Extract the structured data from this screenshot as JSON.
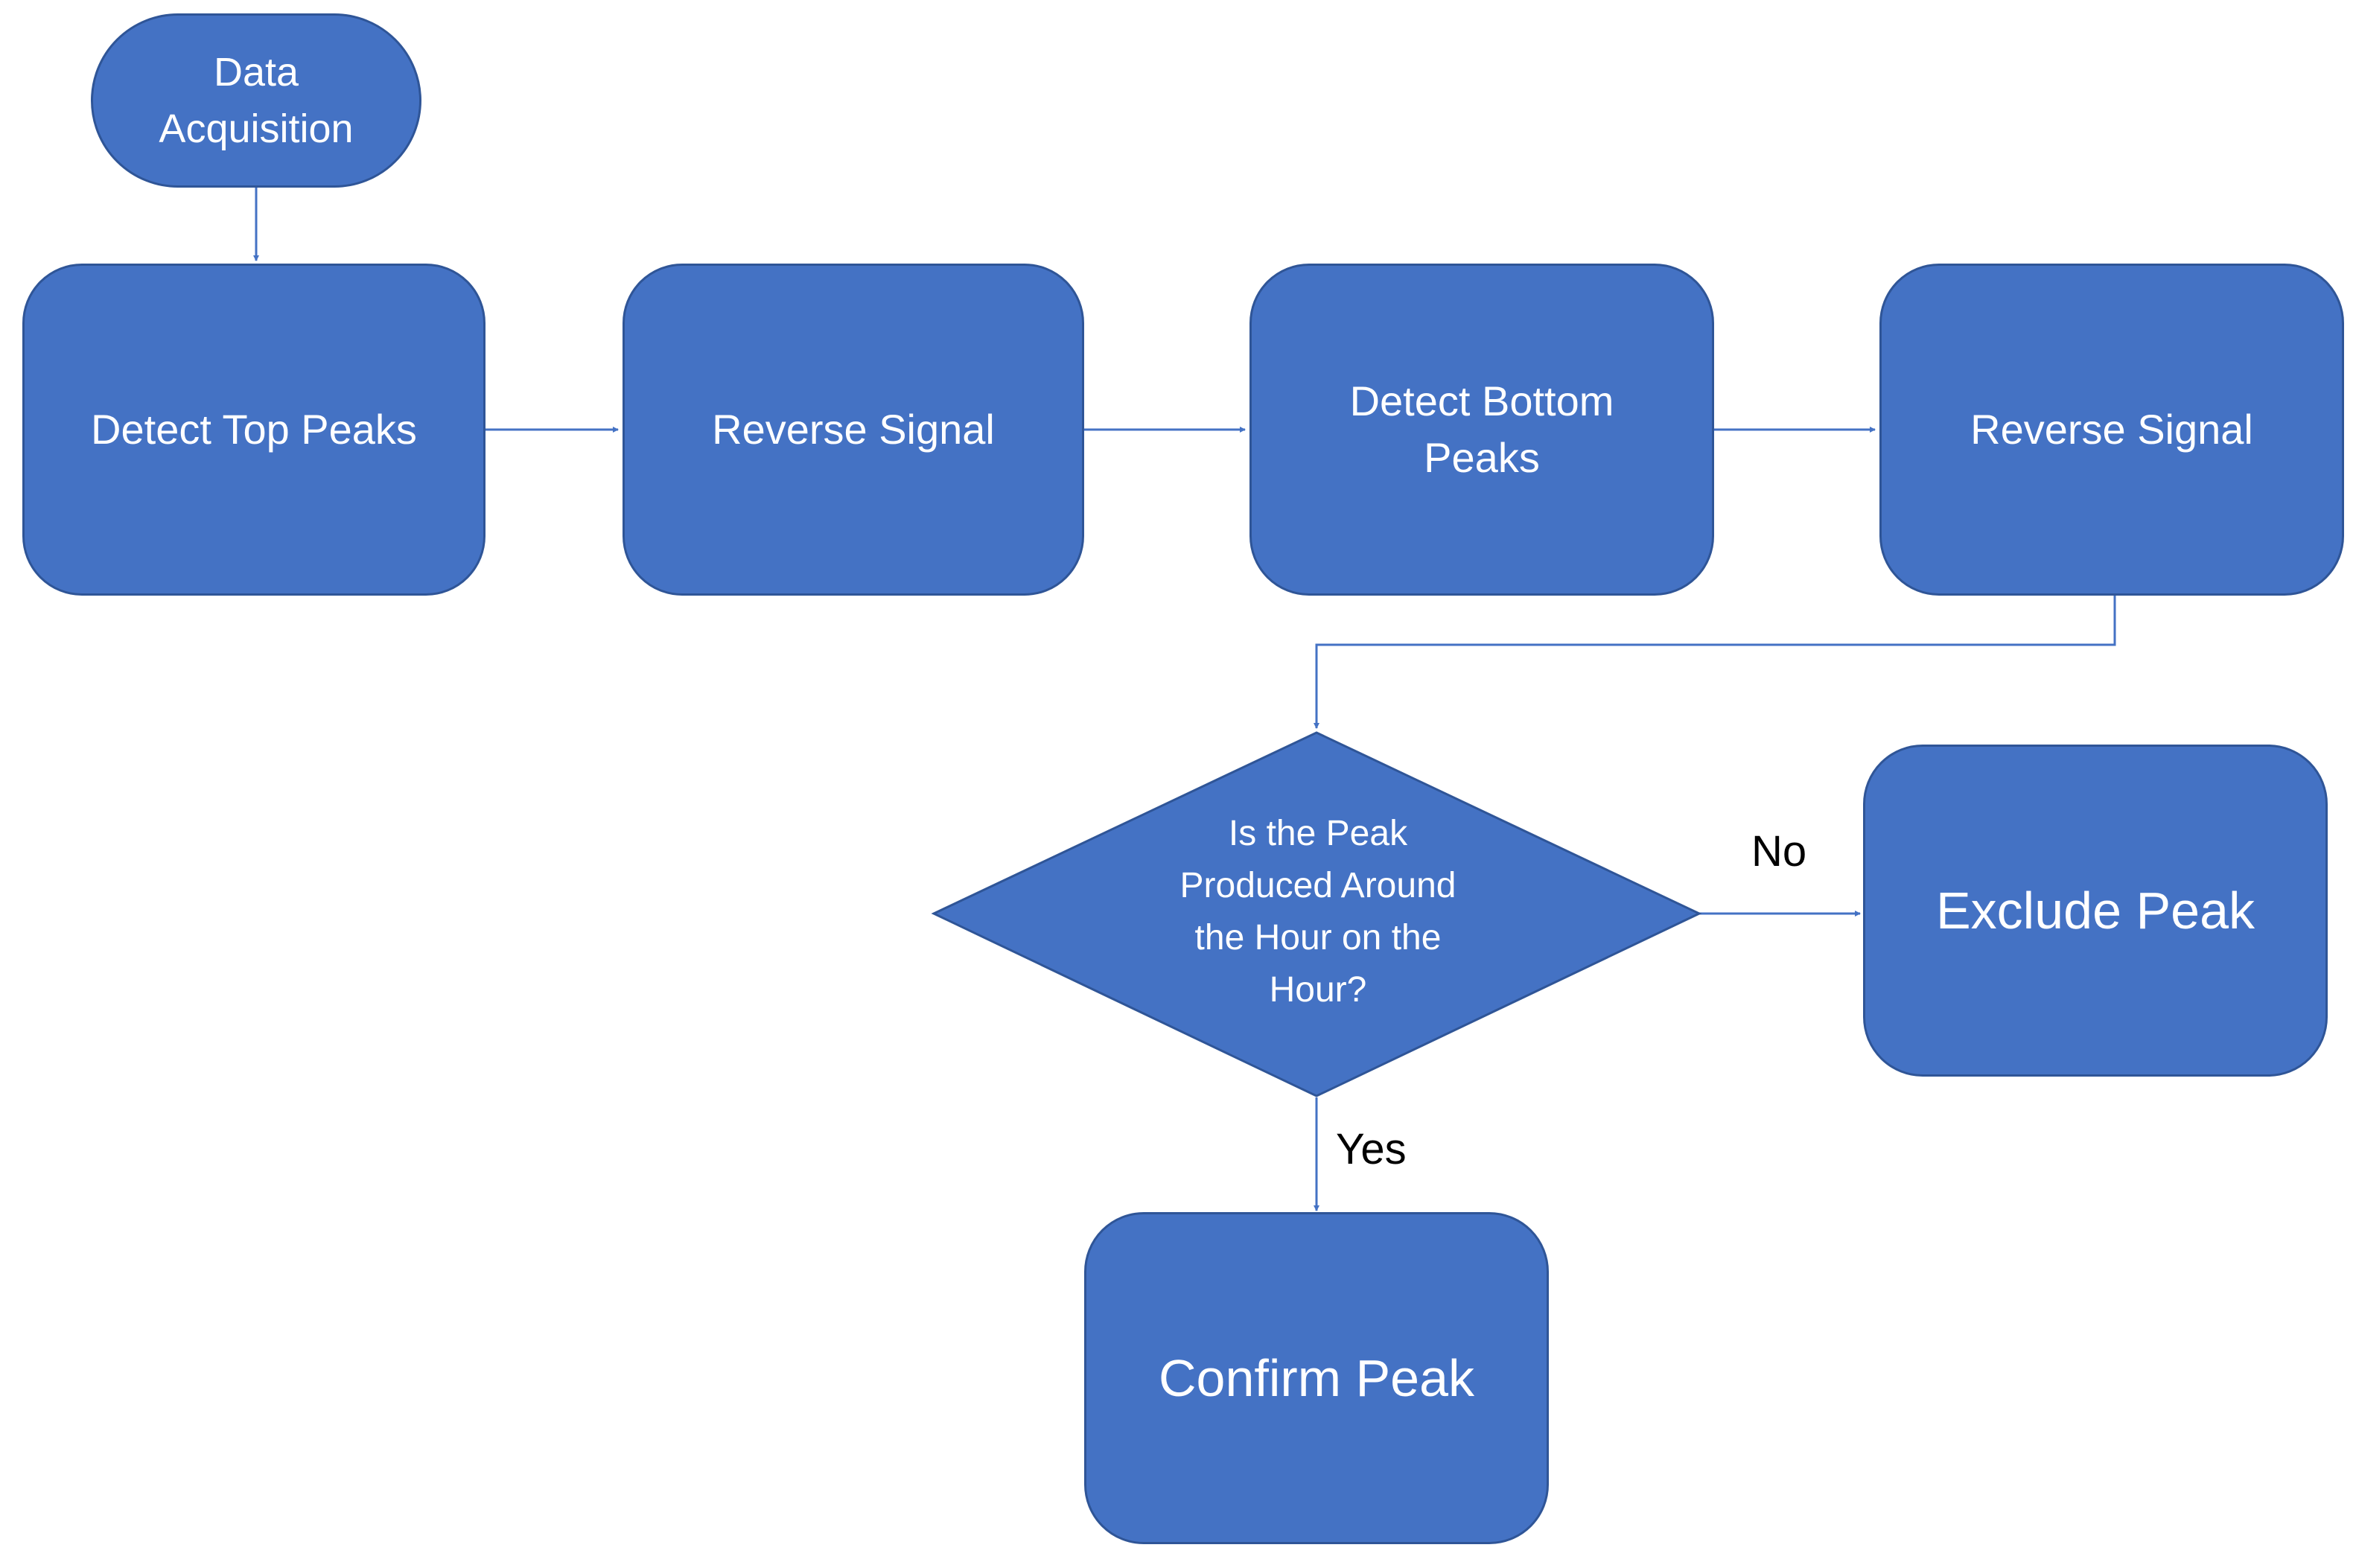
{
  "colors": {
    "node_fill": "#4472C4",
    "node_border": "#2F5597",
    "edge": "#4472C4",
    "text": "#FFFFFF",
    "label": "#000000"
  },
  "nodes": {
    "start": "Data\nAcquisition",
    "detect_top": "Detect Top Peaks",
    "reverse_1": "Reverse Signal",
    "detect_bottom": "Detect Bottom\nPeaks",
    "reverse_2": "Reverse Signal",
    "decision": "Is the Peak\nProduced Around\nthe Hour on the\nHour?",
    "exclude": "Exclude Peak",
    "confirm": "Confirm Peak"
  },
  "edge_labels": {
    "no": "No",
    "yes": "Yes"
  }
}
